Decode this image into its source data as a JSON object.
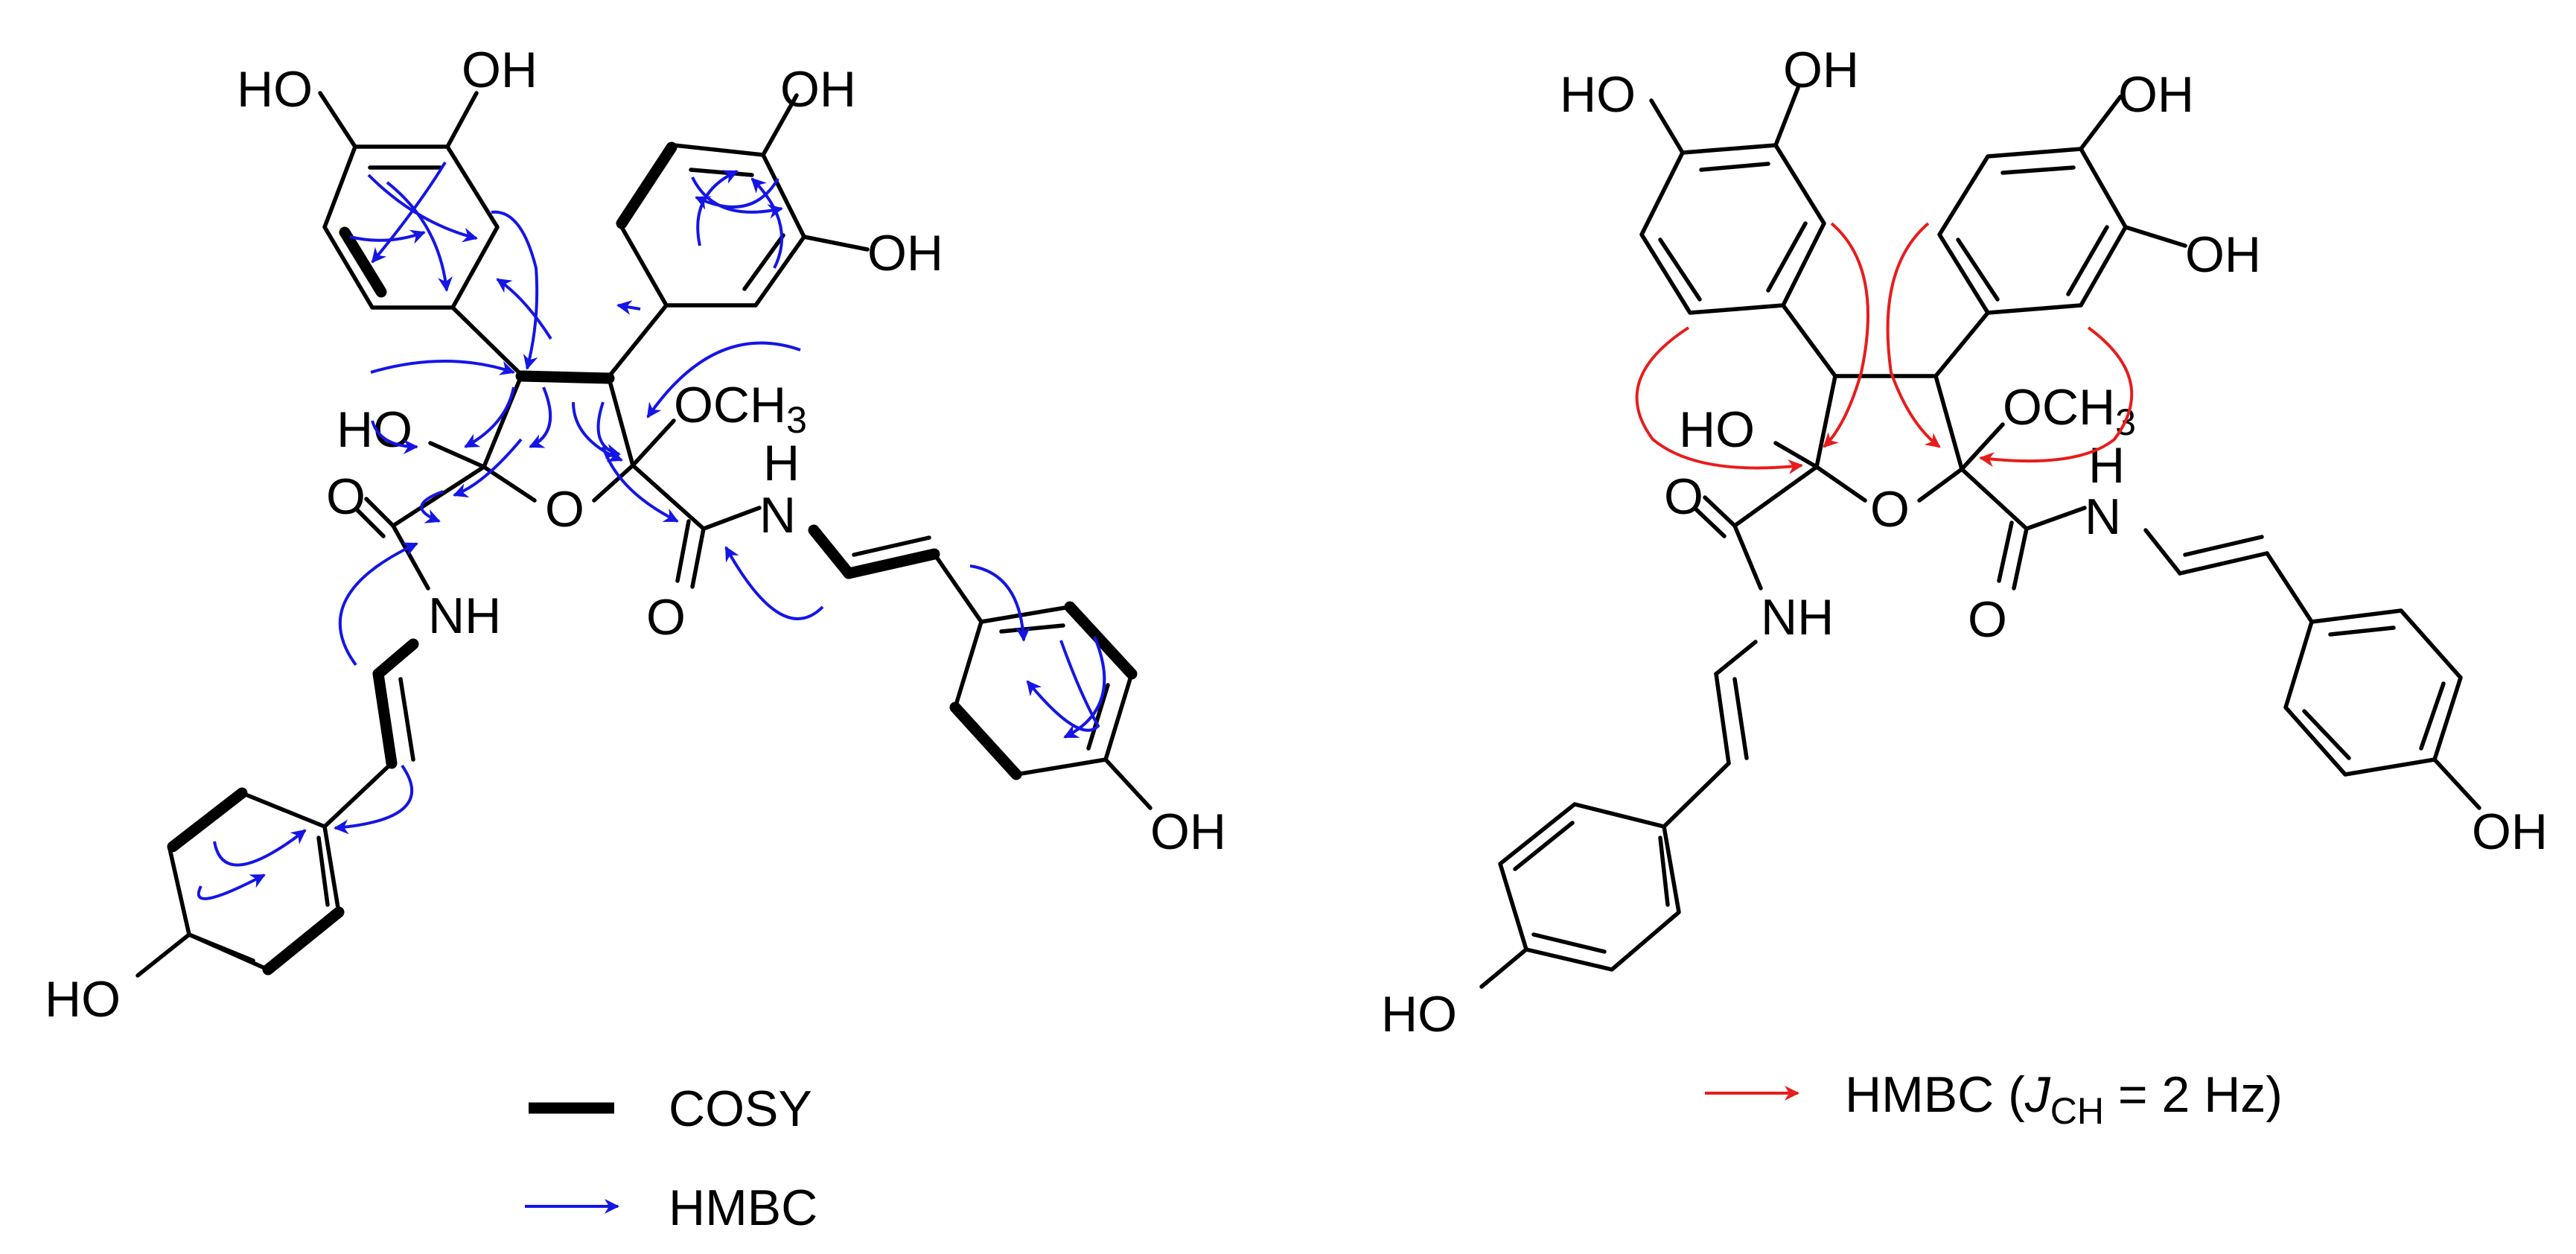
{
  "colors": {
    "bond": "#000000",
    "hmbc": "#1515e6",
    "hmbc_2hz": "#e81c1c",
    "background": "#ffffff"
  },
  "atom_labels": {
    "oh": "OH",
    "ho": "HO",
    "o": "O",
    "nh": "NH",
    "n": "N",
    "h": "H",
    "och3_main": "OCH",
    "och3_sub": "3"
  },
  "legend": {
    "cosy": "COSY",
    "hmbc": "HMBC",
    "hmbc2_prefix": "HMBC (",
    "hmbc2_j": "J",
    "hmbc2_sub": "CH",
    "hmbc2_suffix": " = 2 Hz)"
  }
}
